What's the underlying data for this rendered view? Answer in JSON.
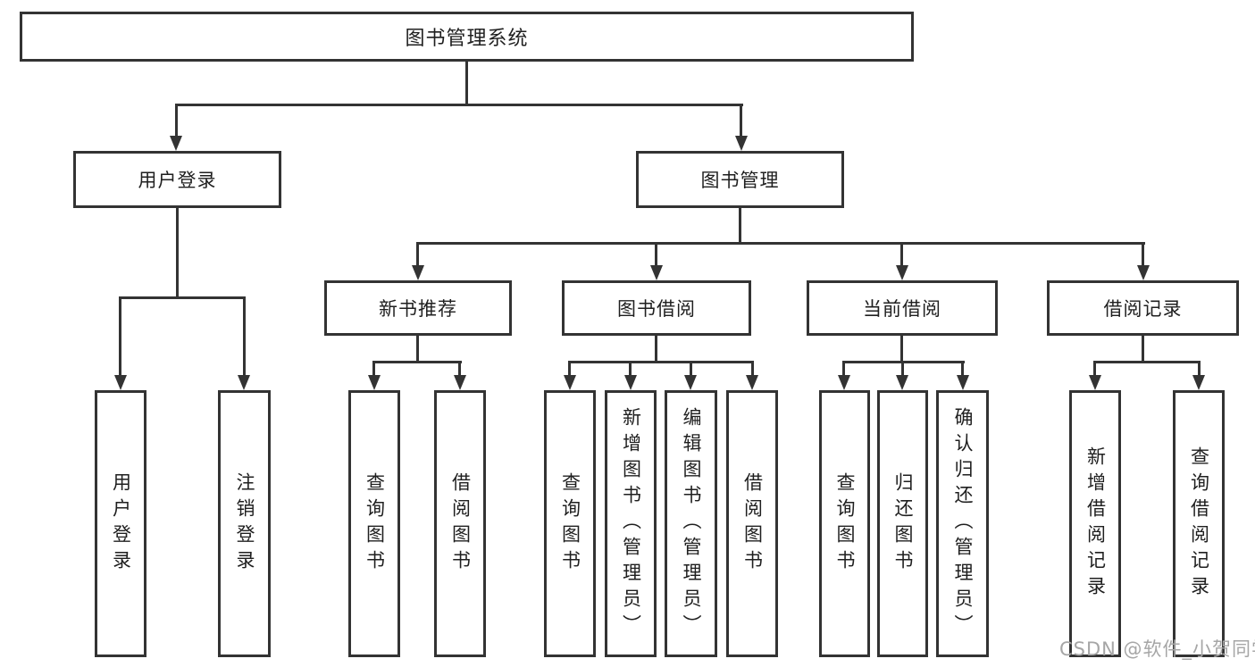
{
  "diagram": {
    "title": "图书管理系统",
    "branches": [
      {
        "label": "用户登录",
        "children": [
          {
            "label": "用户登录"
          },
          {
            "label": "注销登录"
          }
        ]
      },
      {
        "label": "图书管理",
        "sections": [
          {
            "label": "新书推荐",
            "children": [
              {
                "label": "查询图书"
              },
              {
                "label": "借阅图书"
              }
            ]
          },
          {
            "label": "图书借阅",
            "children": [
              {
                "label": "查询图书"
              },
              {
                "label": "新增图书（管理员）"
              },
              {
                "label": "编辑图书（管理员）"
              },
              {
                "label": "借阅图书"
              }
            ]
          },
          {
            "label": "当前借阅",
            "children": [
              {
                "label": "查询图书"
              },
              {
                "label": "归还图书"
              },
              {
                "label": "确认归还（管理员）"
              }
            ]
          },
          {
            "label": "借阅记录",
            "children": [
              {
                "label": "新增借阅记录"
              },
              {
                "label": "查询借阅记录"
              }
            ]
          }
        ]
      }
    ]
  },
  "watermark": "CSDN @软件_小贺同学",
  "colors": {
    "line": "#333333",
    "text": "#1f1f1f",
    "watermark": "#a6a6a6",
    "background": "#ffffff"
  }
}
